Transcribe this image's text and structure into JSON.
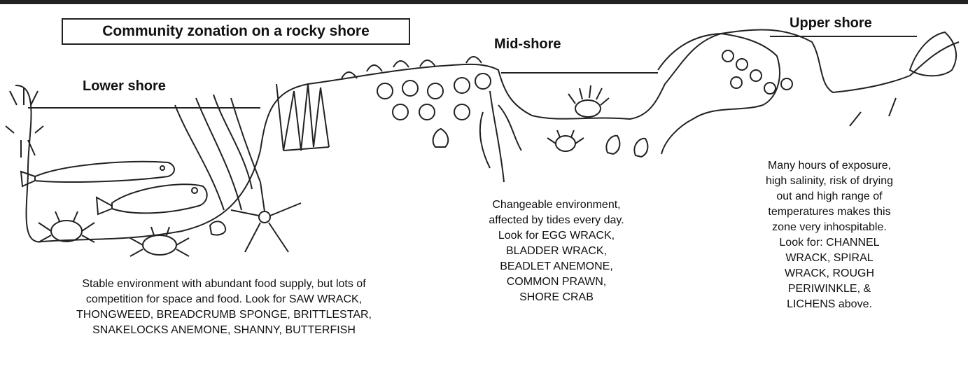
{
  "diagram": {
    "title": "Community zonation on a rocky shore",
    "zones": {
      "lower": {
        "label": "Lower shore",
        "description": [
          "Stable environment with abundant food supply, but lots of",
          "competition for space and food. Look for SAW WRACK,",
          "THONGWEED, BREADCRUMB SPONGE, BRITTLESTAR,",
          "SNAKELOCKS ANEMONE, SHANNY, BUTTERFISH"
        ]
      },
      "mid": {
        "label": "Mid-shore",
        "description": [
          "Changeable environment,",
          "affected by tides every day.",
          "Look for EGG WRACK,",
          "BLADDER WRACK,",
          "BEADLET ANEMONE,",
          "COMMON PRAWN,",
          "SHORE CRAB"
        ]
      },
      "upper": {
        "label": "Upper shore",
        "description": [
          "Many hours of exposure,",
          "high salinity, risk of drying",
          "out and high range of",
          "temperatures makes this",
          "zone very inhospitable.",
          "Look for: CHANNEL",
          "WRACK, SPIRAL",
          "WRACK, ROUGH",
          "PERIWINKLE, &",
          "LICHENS above."
        ]
      }
    },
    "colors": {
      "ink": "#222222",
      "background": "#ffffff"
    }
  }
}
